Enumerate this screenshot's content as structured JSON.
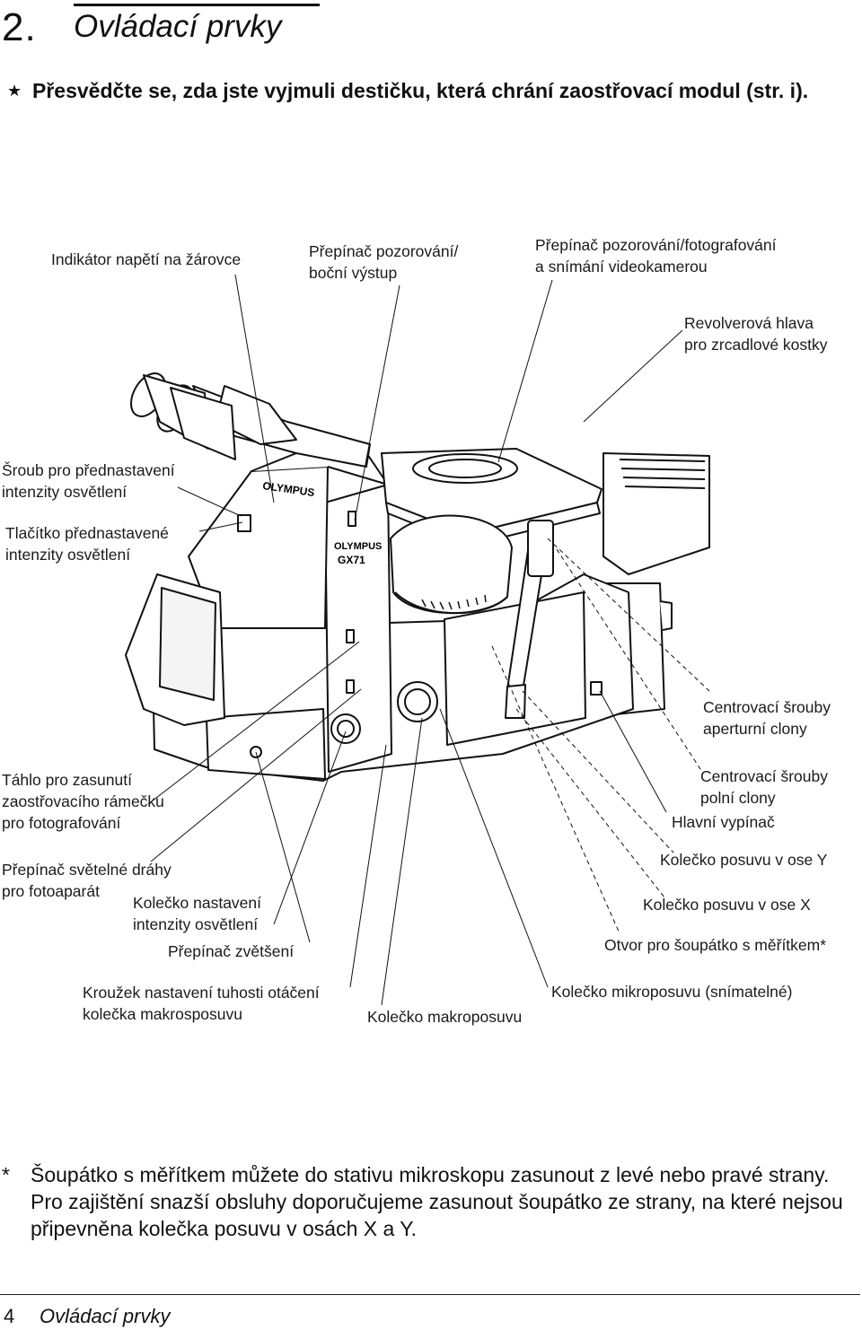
{
  "header": {
    "chapter_number": "2.",
    "chapter_title": "Ovládací prvky"
  },
  "note": {
    "symbol": "★",
    "text": "Přesvědčte se, zda jste vyjmuli destičku, která chrání zaostřovací modul (str. i)."
  },
  "labels": {
    "lamp_voltage": "Indikátor napětí na žárovce",
    "obs_side_port": "Přepínač pozorování/\nboční výstup",
    "obs_photo_video": "Přepínač pozorování/fotografování\na snímání videokamerou",
    "mirror_turret": "Revolverová hlava\npro zrcadlové kostky",
    "preset_screw": "Šroub pro přednastavení\nintenzity osvětlení",
    "preset_button": "Tlačítko přednastavené\nintenzity osvětlení",
    "aperture_centering": "Centrovací šrouby\naperturní clony",
    "focus_frame_rod": "Táhlo pro zasunutí\nzaostřovacího rámečku\npro fotografování",
    "field_centering": "Centrovací šrouby\npolní clony",
    "main_switch": "Hlavní vypínač",
    "light_path_switch": "Přepínač světelné dráhy\npro fotoaparát",
    "y_knob": "Kolečko posuvu v ose Y",
    "intensity_knob": "Kolečko nastavení\nintenzity osvětlení",
    "x_knob": "Kolečko posuvu v ose X",
    "magnification_switch": "Přepínač zvětšení",
    "scale_slot": "Otvor pro šoupátko s měřítkem*",
    "tension_ring": "Kroužek nastavení tuhosti otáčení\nkolečka makrosposuvu",
    "fine_focus": "Kolečko mikroposuvu (snímatelné)",
    "coarse_focus": "Kolečko makroposuvu"
  },
  "illustration": {
    "brand": "OLYMPUS",
    "model": "GX71"
  },
  "footnote": {
    "symbol": "*",
    "text": "Šoupátko s měřítkem můžete do stativu mikroskopu zasunout z levé nebo pravé strany. Pro zajištění snazší obsluhy doporučujeme zasunout šoupátko ze strany, na které nejsou připevněna kolečka posuvu v osách X a Y."
  },
  "footer": {
    "page_number": "4",
    "page_title": "Ovládací prvky"
  }
}
